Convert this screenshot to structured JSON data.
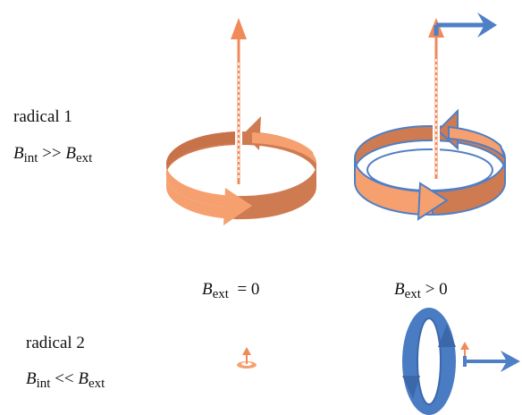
{
  "radical1": {
    "name": "radical 1",
    "relation": {
      "lhs_sym": "B",
      "lhs_sub": "int",
      "op": " >> ",
      "rhs_sym": "B",
      "rhs_sub": "ext"
    }
  },
  "radical2": {
    "name": "radical 2",
    "relation": {
      "lhs_sym": "B",
      "lhs_sub": "int",
      "op": " << ",
      "rhs_sym": "B",
      "rhs_sub": "ext"
    }
  },
  "columns": {
    "left": {
      "sym": "B",
      "sub": "ext",
      "rel": "  = 0"
    },
    "right": {
      "sym": "B",
      "sub": "ext",
      "rel": " > 0"
    }
  },
  "colors": {
    "ring_light": "#f6a070",
    "ring_dark": "#cf7b52",
    "arrow_internal": "#f08a5a",
    "arrow_external": "#4f7fc4",
    "outline": "#4f7fc4",
    "ring2_blue": "#4a7cc3",
    "ring2_blue_dark": "#3c68aa"
  }
}
